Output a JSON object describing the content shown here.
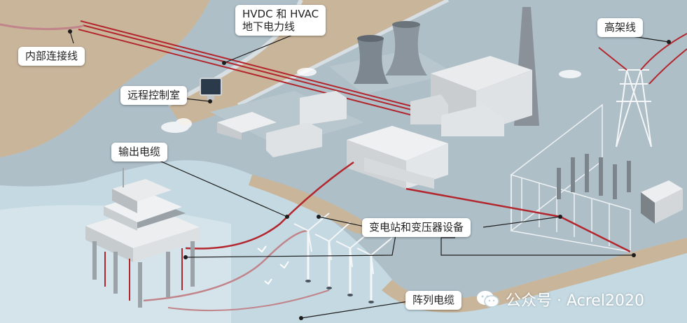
{
  "labels": {
    "hvdc_hvac": "HVDC 和 HVAC\n地下电力线",
    "overhead_line": "高架线",
    "interconnector": "内部连接线",
    "remote_control": "远程控制室",
    "export_cable": "输出电缆",
    "substation": "变电站和变压器设备",
    "array_cable": "阵列电缆"
  },
  "watermark": {
    "text": "公众号 · Acrel2020",
    "icon": "wechat-icon"
  },
  "colors": {
    "sea": "#bcd3dd",
    "land": "#c9b59a",
    "ground": "#a9bcc6",
    "cable": "#b3262d",
    "buildings": "#d9dcde"
  }
}
